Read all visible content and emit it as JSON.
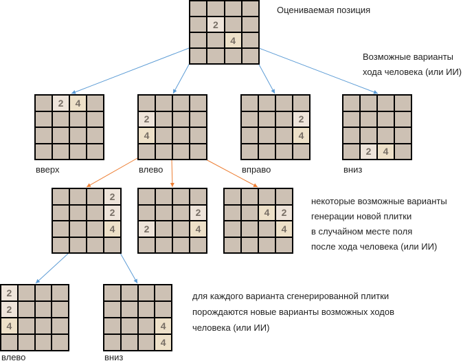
{
  "title": "Оцениваемая позиция",
  "moves_note": [
    "Возможные варианты",
    "хода человека (или ИИ)"
  ],
  "spawn_note": [
    "некоторые возможные варианты",
    "генерации новой плитки",
    "в случайном месте поля",
    "после хода человека (или ИИ)"
  ],
  "next_note": [
    "для каждого варианта сгенерированной плитки",
    "порождаются новые варианты возможных ходов",
    "человека (или ИИ)"
  ],
  "colors": {
    "empty": "#cdc1b4",
    "tile2": "#eee4da",
    "tile4": "#ede0c8",
    "text": "#776e65",
    "move_arrow": "#5b9bd5",
    "spawn_arrow": "#ed7d31"
  },
  "boards": [
    {
      "id": "root",
      "label": "",
      "cells": [
        0,
        0,
        0,
        0,
        0,
        2,
        0,
        0,
        0,
        0,
        4,
        0,
        0,
        0,
        0,
        0
      ]
    },
    {
      "id": "up",
      "label": "вверх",
      "cells": [
        0,
        2,
        4,
        0,
        0,
        0,
        0,
        0,
        0,
        0,
        0,
        0,
        0,
        0,
        0,
        0
      ]
    },
    {
      "id": "left",
      "label": "влево",
      "cells": [
        0,
        0,
        0,
        0,
        2,
        0,
        0,
        0,
        4,
        0,
        0,
        0,
        0,
        0,
        0,
        0
      ]
    },
    {
      "id": "right",
      "label": "вправо",
      "cells": [
        0,
        0,
        0,
        0,
        0,
        0,
        0,
        2,
        0,
        0,
        0,
        4,
        0,
        0,
        0,
        0
      ]
    },
    {
      "id": "down",
      "label": "вниз",
      "cells": [
        0,
        0,
        0,
        0,
        0,
        0,
        0,
        0,
        0,
        0,
        0,
        0,
        0,
        2,
        4,
        0
      ]
    },
    {
      "id": "spawn1",
      "label": "",
      "cells": [
        0,
        0,
        0,
        2,
        0,
        0,
        0,
        2,
        0,
        0,
        0,
        4,
        0,
        0,
        0,
        0
      ]
    },
    {
      "id": "spawn2",
      "label": "",
      "cells": [
        0,
        0,
        0,
        0,
        0,
        0,
        0,
        2,
        2,
        0,
        0,
        4,
        0,
        0,
        0,
        0
      ]
    },
    {
      "id": "spawn3",
      "label": "",
      "cells": [
        0,
        0,
        0,
        0,
        0,
        0,
        4,
        2,
        0,
        0,
        0,
        4,
        0,
        0,
        0,
        0
      ]
    },
    {
      "id": "next_left",
      "label": "влево",
      "cells": [
        2,
        0,
        0,
        0,
        2,
        0,
        0,
        0,
        4,
        0,
        0,
        0,
        0,
        0,
        0,
        0
      ]
    },
    {
      "id": "next_down",
      "label": "вниз",
      "cells": [
        0,
        0,
        0,
        0,
        0,
        0,
        0,
        0,
        0,
        0,
        0,
        4,
        0,
        0,
        0,
        4
      ]
    }
  ]
}
